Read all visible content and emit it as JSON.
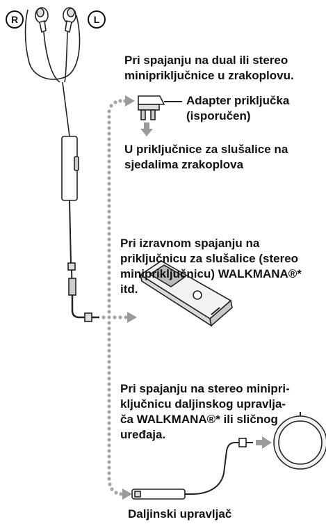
{
  "labels": {
    "right": "R",
    "left": "L"
  },
  "texts": {
    "plane_dual": "Pri spajanju na dual ili stereo\nminipriključnice u zrakoplovu.",
    "adapter": "Adapter priključka\n(isporučen)",
    "plane_seats": "U priključnice za slušalice na\nsjedalima zrakoplova",
    "walkman_direct": "Pri izravnom spajanju na\npriključnicu za slušalice (stereo\nminipriključnicu) WALKMANA®*\nitd.",
    "remote_connect": "Pri spajanju na stereo minipri-\nključnicu daljinskog upravlja-\nča WALKMANA®* ili sličnog\nuređaja.",
    "remote_label": "Daljinski upravljač"
  },
  "colors": {
    "dots": "#a6a6a6",
    "arrows": "#9a9a9a",
    "line": "#222222"
  }
}
